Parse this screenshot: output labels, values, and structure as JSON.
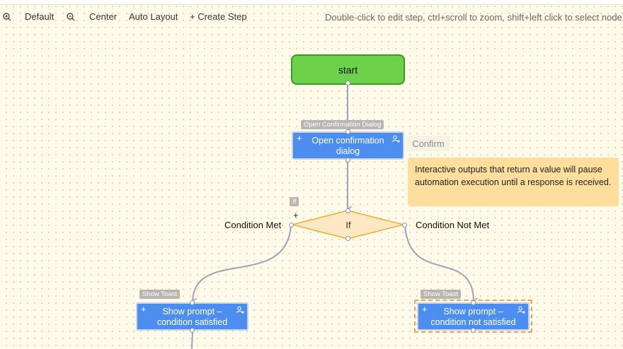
{
  "toolbar": {
    "default_label": "Default",
    "center_label": "Center",
    "auto_layout_label": "Auto Layout",
    "create_step_label": "+ Create Step",
    "hint": "Double-click to edit step, ctrl+scroll to zoom, shift+left click to select node"
  },
  "nodes": {
    "start": {
      "label": "start"
    },
    "open_dialog": {
      "tag": "Open Confirmation Dialog",
      "label": "Open confirmation dialog"
    },
    "if_node": {
      "tag": "If",
      "label": "If",
      "plus": "+"
    },
    "toast_left": {
      "tag": "Show Toast",
      "label": "Show prompt – condition satisfied"
    },
    "toast_right": {
      "tag": "Show Toast",
      "label": "Show prompt – condition not satisfied"
    }
  },
  "branches": {
    "met": "Condition Met",
    "not_met": "Condition Not Met"
  },
  "confirm_chip": "Confirm",
  "tooltip": "Interactive outputs that return a value will pause automation execution until a response is received.",
  "colors": {
    "canvas": "#fffbeb",
    "start_fill": "#6ed14b",
    "step_fill": "#4c8ef0",
    "diamond_fill": "#fde7c4",
    "diamond_stroke": "#f0b030",
    "tooltip_bg": "#fdde9c",
    "selection": "#f0a060"
  },
  "icons": {
    "zoom_in": "zoom-in-icon",
    "zoom_out": "zoom-out-icon",
    "add": "plus-icon",
    "assign_user": "user-add-icon"
  }
}
